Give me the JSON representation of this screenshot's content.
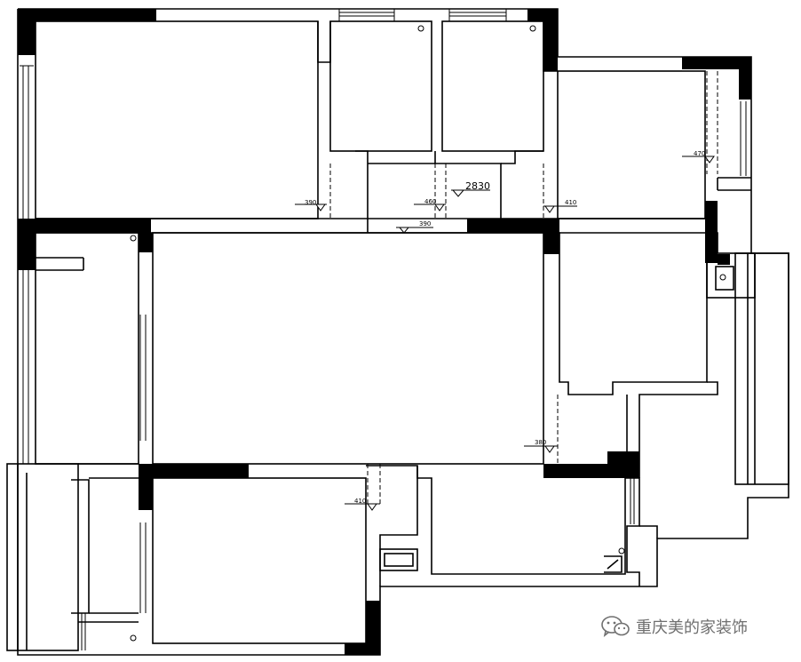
{
  "plan": {
    "dimensions": [
      {
        "id": "dim-2830",
        "value": "2830"
      },
      {
        "id": "dim-390-a",
        "value": "390"
      },
      {
        "id": "dim-460",
        "value": "460"
      },
      {
        "id": "dim-390-b",
        "value": "390"
      },
      {
        "id": "dim-410-a",
        "value": "410"
      },
      {
        "id": "dim-470",
        "value": "470"
      },
      {
        "id": "dim-380",
        "value": "380"
      },
      {
        "id": "dim-410-b",
        "value": "410"
      }
    ]
  },
  "watermark": {
    "text": "重庆美的家装饰",
    "icon": "wechat-icon"
  },
  "colors": {
    "wall": "#000000",
    "line": "#000000",
    "watermark": "#6f6f6f",
    "background": "#ffffff"
  }
}
